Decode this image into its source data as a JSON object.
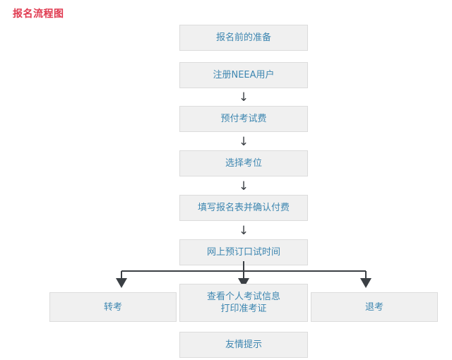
{
  "page": {
    "title": "报名流程图",
    "title_color": "#e0394f",
    "node_text_color": "#3d86b0",
    "node_fill_color": "#f0f0f0",
    "node_border_color": "#dcdcdc",
    "connector_color": "#3a3f44",
    "background_color": "#ffffff"
  },
  "flow": {
    "main_steps": [
      {
        "id": "step-1",
        "label": "报名前的准备"
      },
      {
        "id": "step-2",
        "label": "注册NEEA用户"
      },
      {
        "id": "step-3",
        "label": "预付考试费"
      },
      {
        "id": "step-4",
        "label": "选择考位"
      },
      {
        "id": "step-5",
        "label": "填写报名表并确认付费"
      },
      {
        "id": "step-6",
        "label": "网上预订口试时间"
      }
    ],
    "arrows": {
      "down_glyph": "↓",
      "icon_names": [
        "arrow-down-icon",
        "arrow-down-icon",
        "arrow-down-icon",
        "arrow-down-icon"
      ]
    },
    "branch": {
      "left": {
        "id": "branch-left",
        "label": "转考"
      },
      "center": {
        "id": "branch-center",
        "label": "查看个人考试信息\n打印准考证"
      },
      "right": {
        "id": "branch-right",
        "label": "退考"
      }
    },
    "footer_step": {
      "id": "step-footer",
      "label": "友情提示"
    }
  }
}
